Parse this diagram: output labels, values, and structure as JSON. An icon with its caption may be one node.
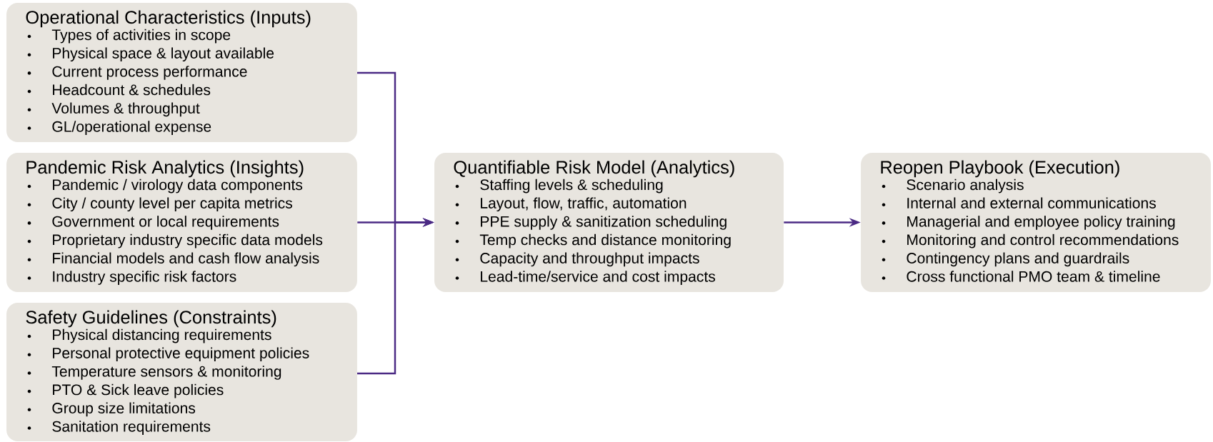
{
  "diagram": {
    "nodes": [
      {
        "text": [
          "Operational Characteristics (Inputs)",
          "Types of activities in scope",
          "Physical space & layout available",
          "Current process performance",
          "Headcount & schedules",
          "Volumes & throughput",
          "GL/operational expense"
        ]
      },
      {
        "text": [
          "Pandemic Risk Analytics (Insights)",
          "Pandemic / virology data components",
          "City / county level per capita metrics",
          "Government or local requirements",
          "Proprietary industry specific data models",
          "Financial models and cash flow analysis",
          "Industry specific risk factors"
        ]
      },
      {
        "text": [
          "Safety Guidelines (Constraints)",
          "Physical distancing requirements",
          "Personal protective equipment policies",
          "Temperature sensors & monitoring",
          "PTO & Sick leave policies",
          "Group size limitations",
          "Sanitation requirements"
        ]
      },
      {
        "text": [
          "Quantifiable Risk Model (Analytics)",
          "Staffing levels & scheduling",
          "Layout, flow, traffic, automation",
          "PPE supply & sanitization scheduling",
          "Temp checks and distance monitoring",
          "Capacity and throughput impacts",
          "Lead-time/service and cost impacts"
        ]
      },
      {
        "text": [
          "Reopen Playbook (Execution)",
          "Scenario analysis",
          "Internal and external communications",
          "Managerial and employee policy training",
          "Monitoring and control recommendations",
          "Contingency plans and guardrails",
          "Cross functional PMO team & timeline"
        ]
      }
    ],
    "edges": [
      {
        "from": 0,
        "to": 3,
        "arrow": "to"
      },
      {
        "from": 1,
        "to": 3,
        "arrow": "to"
      },
      {
        "from": 2,
        "to": 3,
        "arrow": "to"
      },
      {
        "from": 3,
        "to": 4,
        "arrow": "to"
      }
    ]
  }
}
